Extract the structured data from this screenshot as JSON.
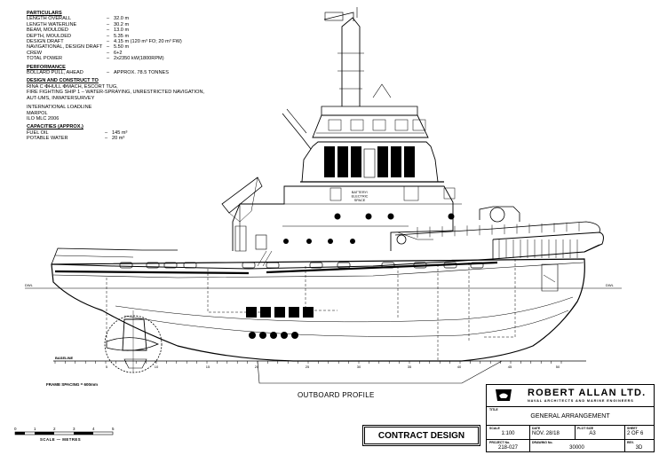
{
  "particulars": {
    "heading": "PARTICULARS",
    "rows": [
      {
        "label": "LENGTH OVERALL",
        "value": "32.0  m"
      },
      {
        "label": "LENGTH WATERLINE",
        "value": "30.2  m"
      },
      {
        "label": "BEAM, MOULDED",
        "value": "13.0  m"
      },
      {
        "label": "DEPTH, MOULDED",
        "value": "5.35  m"
      },
      {
        "label": "DESIGN DRAFT",
        "value": "4.15  m (120 m³ FO; 20 m³ FW)"
      },
      {
        "label": "NAVIGATIONAL, DESIGN DRAFT",
        "value": "5.50  m"
      },
      {
        "label": "CREW",
        "value": "6+2"
      },
      {
        "label": "TOTAL POWER",
        "value": "2x2350  kW(1800RPM)"
      }
    ]
  },
  "performance": {
    "heading": "PERFORMANCE",
    "rows": [
      {
        "label": "BOLLARD PULL, AHEAD",
        "value": "APPROX. 78.5 TONNES"
      }
    ]
  },
  "design": {
    "heading": "DESIGN AND CONSTRUCT TO",
    "lines": [
      "RINA C ✠HULL ✠MACH, ESCORT TUG,",
      "FIRE FIGHTING SHIP 1 – WATER-SPRAYING, UNRESTRICTED NAVIGATION,",
      "AUT-UMS, INWATERSURVEY",
      "",
      "INTERNATIONAL LOADLINE",
      "MARPOL",
      "ILO MLC 2006"
    ]
  },
  "capacities": {
    "heading": "CAPACITIES (APPROX.)",
    "rows": [
      {
        "label": "FUEL OIL",
        "value": "145 m³"
      },
      {
        "label": "POTABLE WATER",
        "value": "20 m³"
      }
    ]
  },
  "drawing": {
    "dwl_label": "DWL",
    "bl_label": "BASELINE",
    "frame_numbers": [
      "5",
      "10",
      "15",
      "20",
      "25",
      "30",
      "35",
      "40",
      "45",
      "50"
    ],
    "bridge_label_1": "BATTERY/",
    "bridge_label_2": "ELECTRIC",
    "bridge_label_3": "SPACE",
    "frame_spacing": "FRAME SPACING = 600mm",
    "outboard_profile": "OUTBOARD PROFILE"
  },
  "scale_bar": {
    "numbers": [
      "0",
      "1",
      "2",
      "3",
      "4",
      "5"
    ],
    "label": "SCALE — METRES"
  },
  "contract_design": "CONTRACT DESIGN",
  "title_block": {
    "company": "ROBERT ALLAN LTD.",
    "tagline": "NAVAL ARCHITECTS AND MARINE ENGINEERS",
    "title_label": "TITLE",
    "title": "GENERAL ARRANGEMENT",
    "scale_label": "SCALE",
    "scale": "1:100",
    "date_label": "DATE",
    "date": "NOV. 28/18",
    "plot_label": "PLOT SIZE",
    "plot": "A3",
    "sheet_label": "SHEET",
    "sheet": "2 OF 6",
    "project_label": "PROJECT No.",
    "project": "218-027",
    "drawing_label": "DRAWING No.",
    "drawing_no": "30000",
    "rev_label": "REV.",
    "rev": "3D"
  }
}
